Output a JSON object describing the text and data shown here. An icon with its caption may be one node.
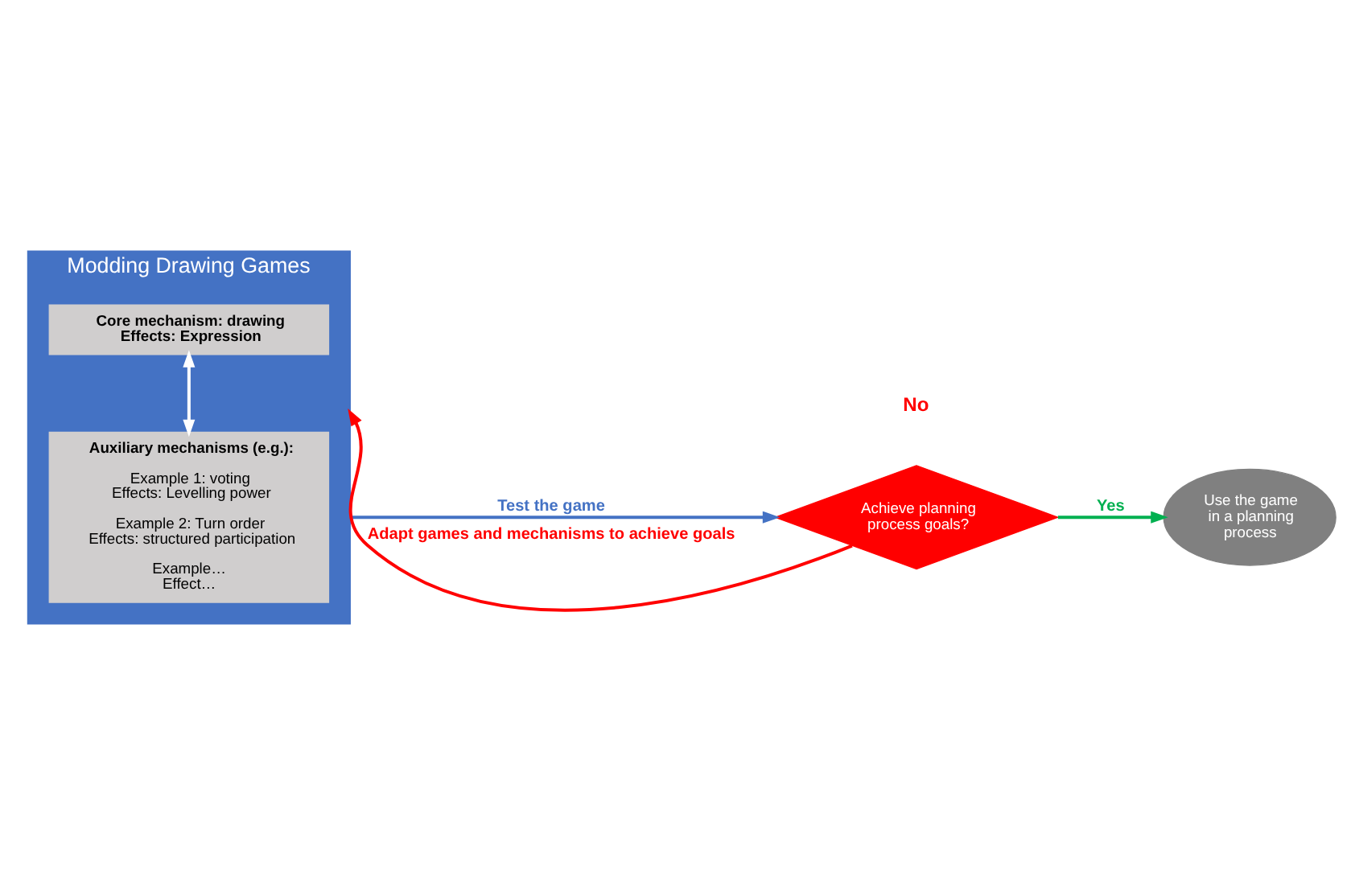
{
  "diagram": {
    "nodes": [
      {
        "text": [
          "Modding Drawing Games"
        ]
      },
      {
        "text": [
          "Core mechanism: drawing",
          "Effects: Expression"
        ],
        "in": 0
      },
      {
        "text": [
          "Auxiliary mechanisms (e.g.):",
          "Example 1: voting Effects: Levelling power",
          "Example 2: Turn order Effects: structured participation",
          "Example… Effect…"
        ],
        "in": 0
      },
      {
        "text": [
          "Achieve planning process goals?"
        ]
      },
      {
        "text": [
          "Use the game in a planning process"
        ]
      }
    ],
    "edges": [
      {
        "from": 1,
        "to": 2,
        "arrow": "both",
        "color": "#ffffff"
      },
      {
        "from": 0,
        "to": 3,
        "arrow": "to",
        "label": "Test the game",
        "color": "#4472c4"
      },
      {
        "from": 3,
        "to": 0,
        "arrow": "to",
        "label": "Adapt games and mechanisms to achieve goals",
        "color": "#ff0000"
      },
      {
        "from": 3,
        "to": 4,
        "arrow": "to",
        "label": "Yes",
        "color": "#00b050"
      }
    ],
    "labels": [
      "No"
    ]
  }
}
